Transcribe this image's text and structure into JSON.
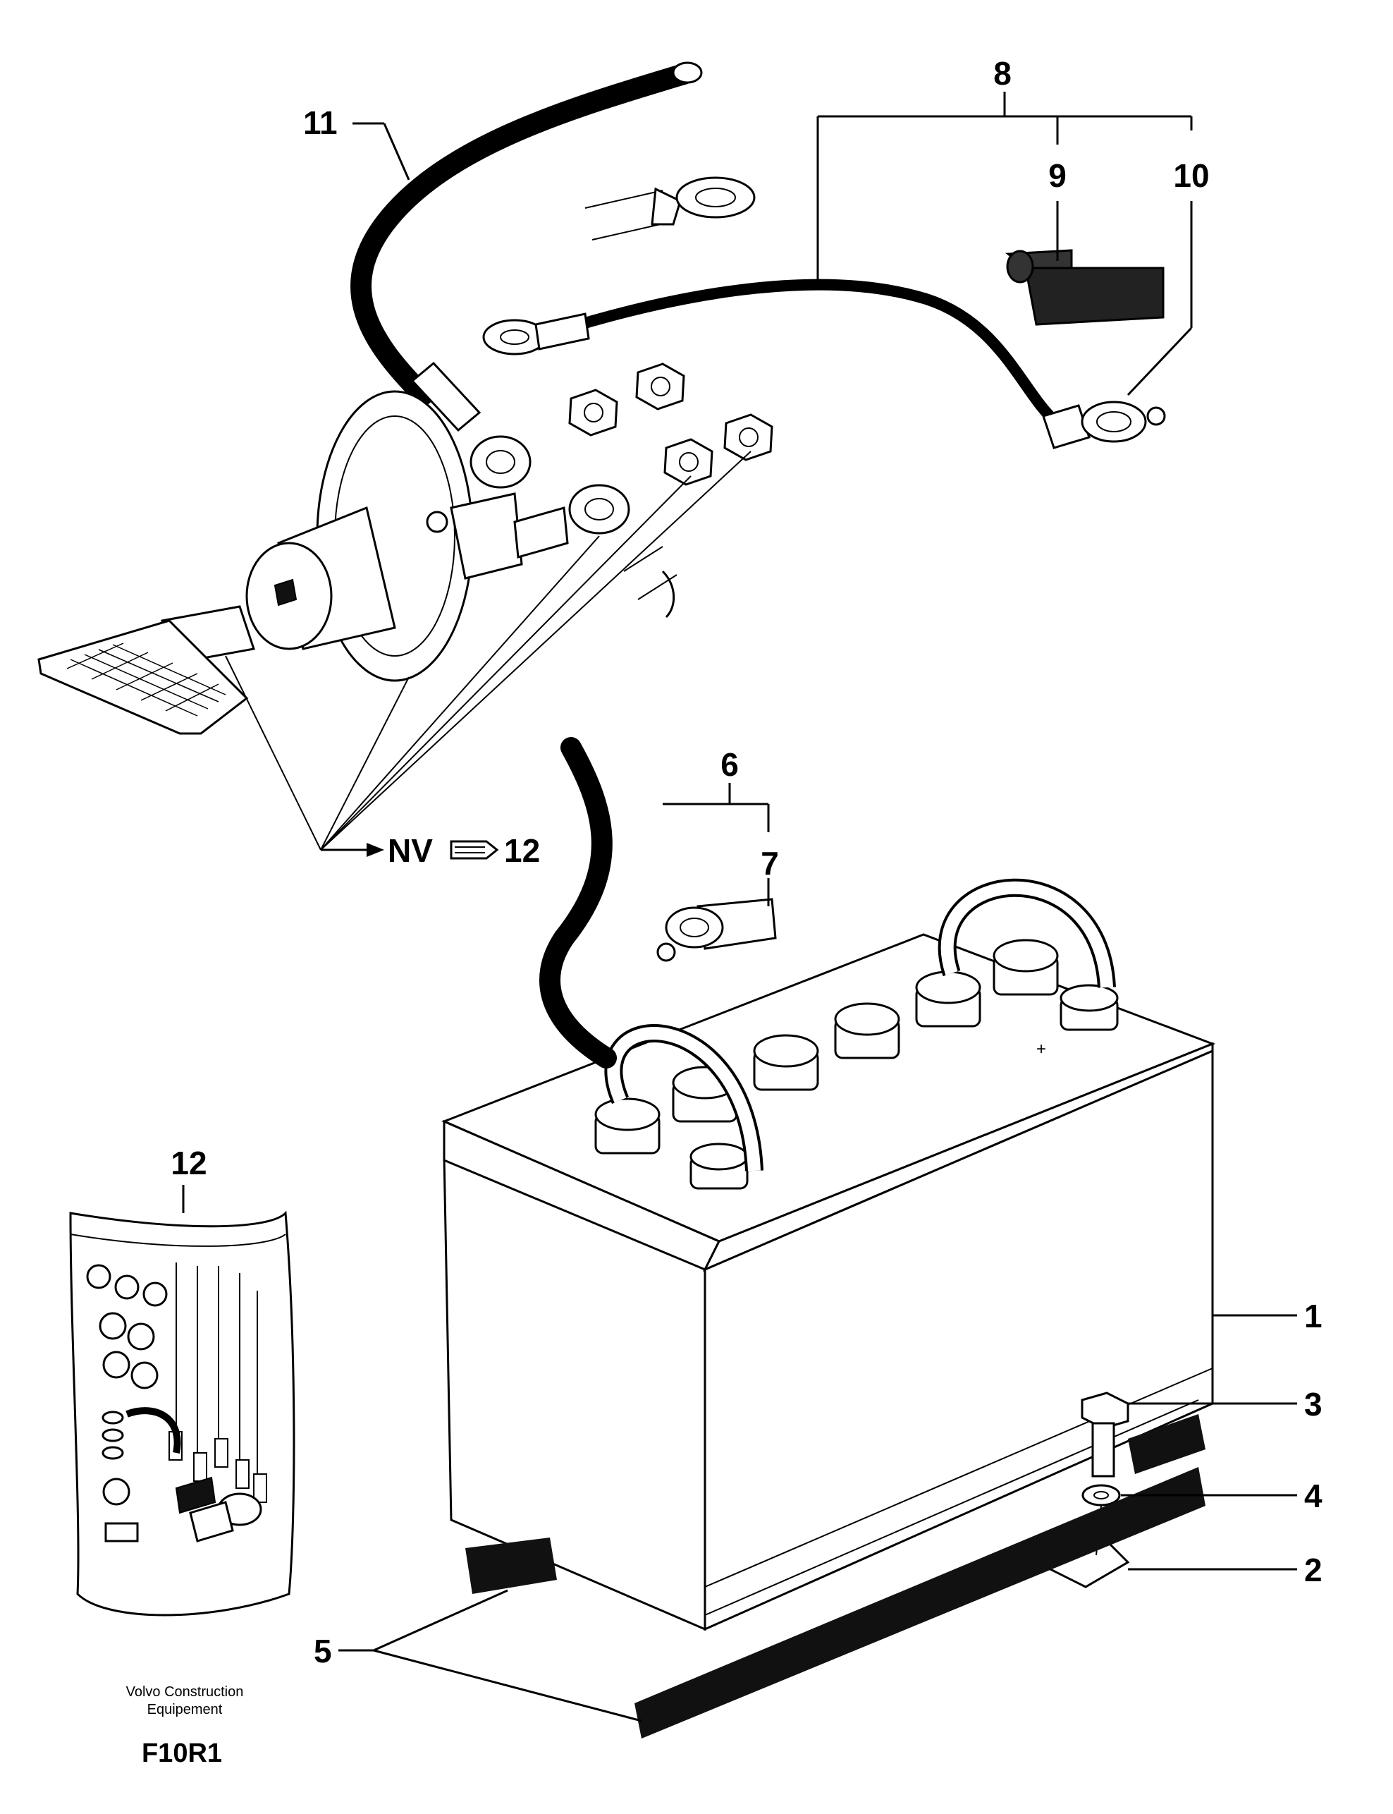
{
  "diagram": {
    "callouts": {
      "c1": "1",
      "c2": "2",
      "c3": "3",
      "c4": "4",
      "c5": "5",
      "c6": "6",
      "c7": "7",
      "c8": "8",
      "c9": "9",
      "c10": "10",
      "c11": "11",
      "c12_bag": "12",
      "c12_ref": "12"
    },
    "nv_label": "NV",
    "maker_line1": "Volvo Construction",
    "maker_line2": "Equipement",
    "figure_code": "F10R1"
  }
}
